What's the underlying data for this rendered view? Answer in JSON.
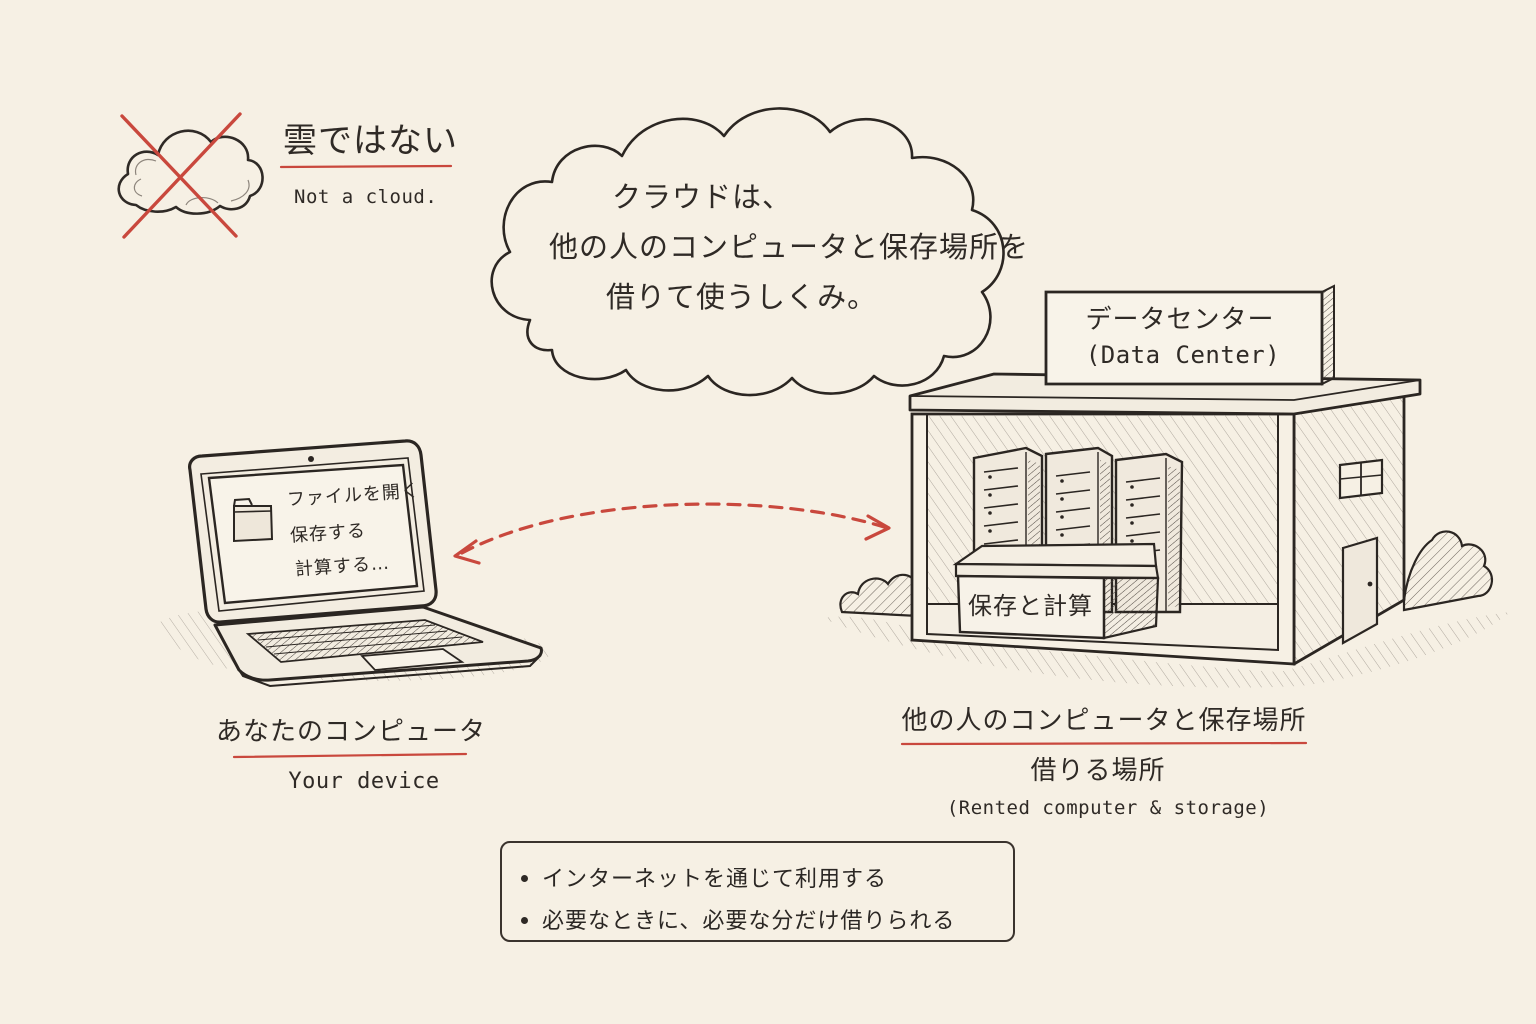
{
  "colors": {
    "background": "#f6f0e4",
    "ink": "#2f2a26",
    "accent_red": "#c9483d"
  },
  "not_cloud": {
    "icon": "crossed-out-cloud-icon",
    "title": "雲ではない",
    "subtitle": "Not a cloud."
  },
  "bubble": {
    "line1": "クラウドは、",
    "line2": "他の人のコンピュータと保存場所を",
    "line3": "借りて使うしくみ。"
  },
  "laptop": {
    "icon": "laptop-icon",
    "screen_folder_icon": "folder-icon",
    "screen_lines": [
      "ファイルを開く",
      "保存する",
      "計算する…"
    ],
    "label": "あなたのコンピュータ",
    "sublabel": "Your device"
  },
  "connection": {
    "icon": "bidirectional-dashed-arrow"
  },
  "datacenter": {
    "icon": "data-center-building-icon",
    "sign_line1": "データセンター",
    "sign_line2": "(Data Center)",
    "box_label": "保存と計算",
    "label": "他の人のコンピュータと保存場所",
    "label2": "借りる場所",
    "sublabel": "(Rented computer & storage)"
  },
  "notes": [
    "インターネットを通じて利用する",
    "必要なときに、必要な分だけ借りられる"
  ]
}
